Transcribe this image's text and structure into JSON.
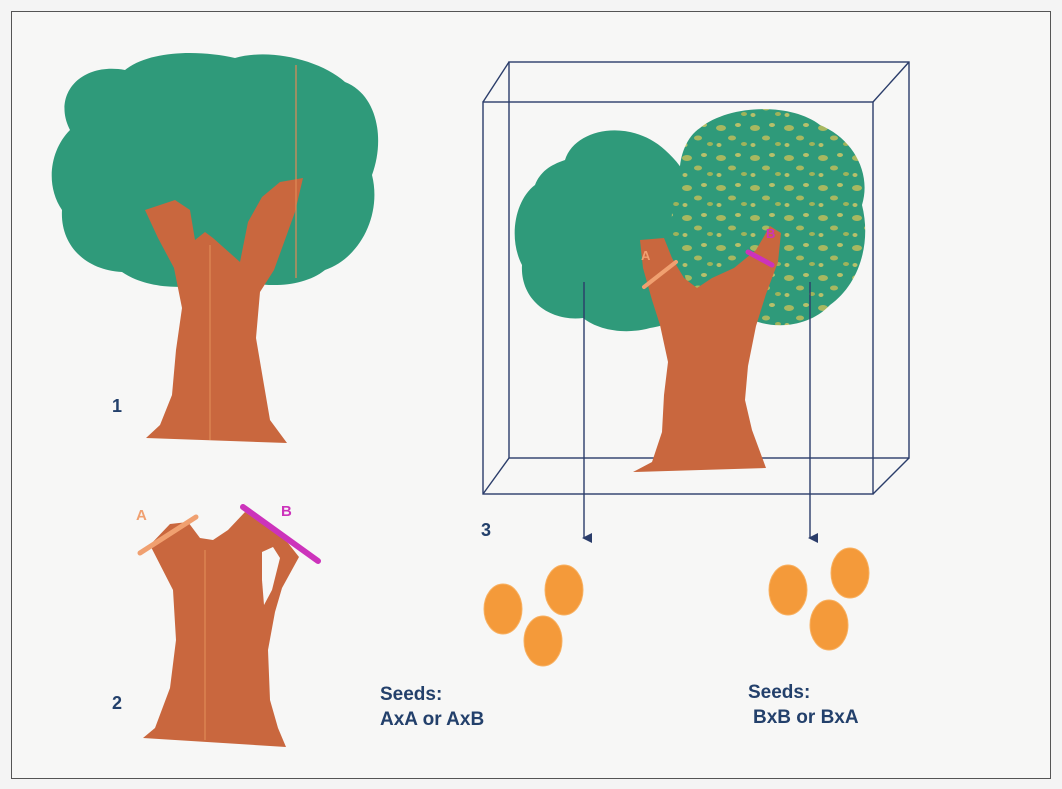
{
  "panels": [
    {
      "number": "1"
    },
    {
      "number": "2"
    },
    {
      "number": "3"
    }
  ],
  "graft_labels": {
    "a": "A",
    "b": "B"
  },
  "seed_groups": [
    {
      "heading": "Seeds:",
      "crosses": "AxA or AxB"
    },
    {
      "heading": "Seeds:",
      "crosses": "BxB or BxA"
    }
  ],
  "colors": {
    "foliage": "#2f9a7a",
    "trunk": "#c9673e",
    "graft_a": "#f0a070",
    "graft_b": "#cc33bb",
    "seed": "#f49a3a",
    "label_text": "#23406b",
    "box_line": "#2b3d6a"
  }
}
